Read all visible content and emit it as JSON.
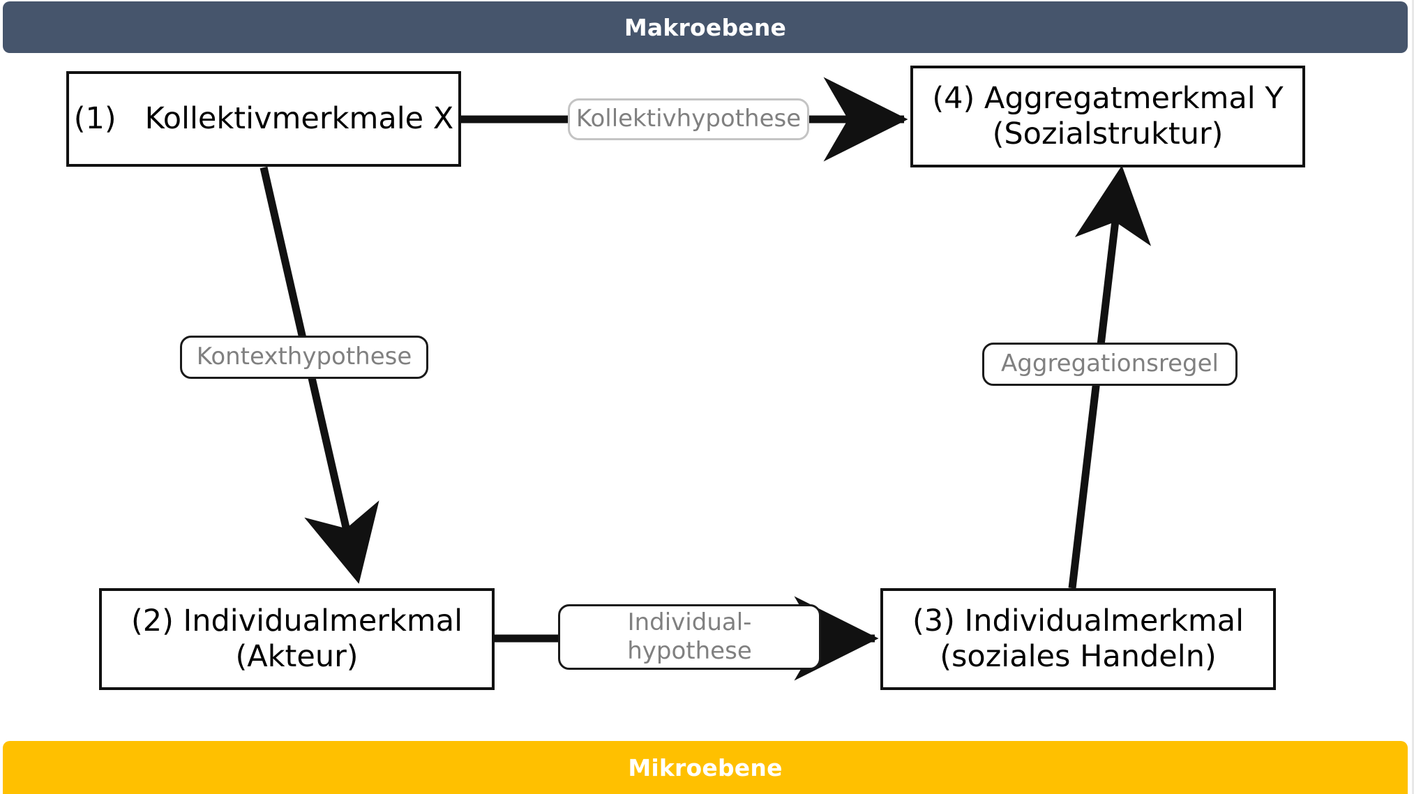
{
  "diagram": {
    "title_macro": "Makroebene",
    "title_micro": "Mikroebene",
    "colors": {
      "macro_bar": "#46556C",
      "micro_bar": "#FFC000",
      "box_border": "#111111",
      "box_text": "#000000",
      "label_text": "#808080",
      "label_border_light": "#C4C4C4",
      "label_border_dark": "#1A1A1A",
      "background": "#FFFFFF"
    }
  },
  "levels": {
    "macro": {
      "label": "Makroebene"
    },
    "micro": {
      "label": "Mikroebene"
    }
  },
  "nodes": [
    {
      "id": "box-1",
      "number": "(1)",
      "line1": "(1)   Kollektivmerkmale X",
      "line2": "",
      "level": "macro"
    },
    {
      "id": "box-2",
      "number": "(2)",
      "line1": "(2) Individualmerkmal",
      "line2": "(Akteur)",
      "level": "micro"
    },
    {
      "id": "box-3",
      "number": "(3)",
      "line1": "(3) Individualmerkmal",
      "line2": "(soziales Handeln)",
      "level": "micro"
    },
    {
      "id": "box-4",
      "number": "(4)",
      "line1": "(4) Aggregatmerkmal Y",
      "line2": "(Sozialstruktur)",
      "level": "macro"
    }
  ],
  "edges": [
    {
      "id": "edge-kollektivhypothese",
      "label_line1": "Kollektivhypothese",
      "label_line2": "",
      "from": "box-1",
      "to": "box-4",
      "border_style": "light"
    },
    {
      "id": "edge-kontexthypothese",
      "label_line1": "Kontexthypothese",
      "label_line2": "",
      "from": "box-1",
      "to": "box-2",
      "border_style": "dark"
    },
    {
      "id": "edge-individualhypothese",
      "label_line1": "Individual-",
      "label_line2": "hypothese",
      "from": "box-2",
      "to": "box-3",
      "border_style": "dark"
    },
    {
      "id": "edge-aggregationsregel",
      "label_line1": "Aggregationsregel",
      "label_line2": "",
      "from": "box-3",
      "to": "box-4",
      "border_style": "dark"
    }
  ]
}
